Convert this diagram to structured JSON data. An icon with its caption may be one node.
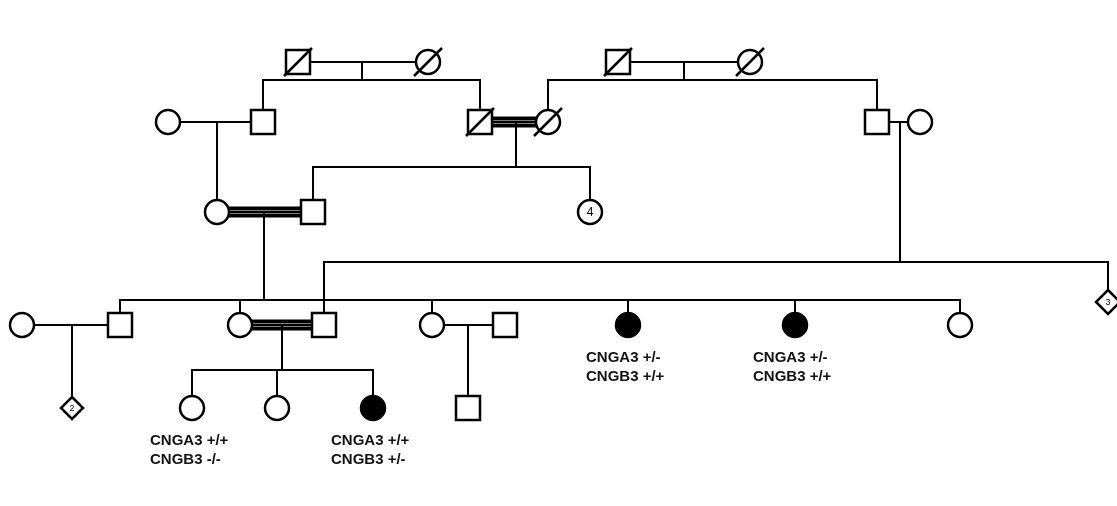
{
  "diagram": {
    "nodes": [
      {
        "text": [],
        "shape": "box"
      },
      {
        "text": [],
        "shape": "circle"
      },
      {
        "text": [],
        "shape": "box"
      },
      {
        "text": [],
        "shape": "circle"
      },
      {
        "text": [],
        "shape": "circle"
      },
      {
        "text": [],
        "shape": "box"
      },
      {
        "text": [],
        "shape": "box"
      },
      {
        "text": [],
        "shape": "circle"
      },
      {
        "text": [],
        "shape": "box"
      },
      {
        "text": [],
        "shape": "circle"
      },
      {
        "text": [],
        "shape": "circle"
      },
      {
        "text": [],
        "shape": "box"
      },
      {
        "text": [
          "4"
        ]
      },
      {
        "text": [
          "3"
        ]
      },
      {
        "text": [],
        "shape": "circle"
      },
      {
        "text": [],
        "shape": "box"
      },
      {
        "text": [],
        "shape": "circle"
      },
      {
        "text": [],
        "shape": "box"
      },
      {
        "text": [],
        "shape": "circle"
      },
      {
        "text": [],
        "shape": "box"
      },
      {
        "text": [],
        "shape": "circle",
        "beside": [
          "CNGA3 +/-",
          "CNGB3 +/+"
        ]
      },
      {
        "text": [],
        "shape": "circle",
        "beside": [
          "CNGA3 +/-",
          "CNGB3 +/+"
        ]
      },
      {
        "text": [],
        "shape": "circle"
      },
      {
        "text": [
          "2"
        ]
      },
      {
        "text": [],
        "shape": "circle",
        "beside": [
          "CNGA3 +/+",
          "CNGB3 -/-"
        ]
      },
      {
        "text": [],
        "shape": "circle"
      },
      {
        "text": [],
        "shape": "circle",
        "beside": [
          "CNGA3 +/+",
          "CNGB3 +/-"
        ]
      },
      {
        "text": [],
        "shape": "box"
      }
    ],
    "edges": [
      {
        "from": 0,
        "to": 1,
        "arrow": "none"
      },
      {
        "from": 0,
        "to": 5,
        "arrow": "none"
      },
      {
        "from": 1,
        "to": 5,
        "arrow": "none"
      },
      {
        "from": 0,
        "to": 6,
        "arrow": "none"
      },
      {
        "from": 1,
        "to": 6,
        "arrow": "none"
      },
      {
        "from": 2,
        "to": 3,
        "arrow": "none"
      },
      {
        "from": 2,
        "to": 7,
        "arrow": "none"
      },
      {
        "from": 3,
        "to": 7,
        "arrow": "none"
      },
      {
        "from": 2,
        "to": 8,
        "arrow": "none"
      },
      {
        "from": 3,
        "to": 8,
        "arrow": "none"
      },
      {
        "from": 4,
        "to": 5,
        "arrow": "none"
      },
      {
        "from": 6,
        "to": 7,
        "arrow": "none",
        "style": "thick"
      },
      {
        "from": 8,
        "to": 9,
        "arrow": "none"
      },
      {
        "from": 4,
        "to": 10,
        "arrow": "none"
      },
      {
        "from": 5,
        "to": 10,
        "arrow": "none"
      },
      {
        "from": 6,
        "to": 11,
        "arrow": "none"
      },
      {
        "from": 7,
        "to": 11,
        "arrow": "none"
      },
      {
        "from": 6,
        "to": 12,
        "arrow": "none"
      },
      {
        "from": 7,
        "to": 12,
        "arrow": "none"
      },
      {
        "from": 10,
        "to": 11,
        "arrow": "none",
        "style": "thick"
      },
      {
        "from": 8,
        "to": 17,
        "arrow": "none"
      },
      {
        "from": 9,
        "to": 17,
        "arrow": "none"
      },
      {
        "from": 8,
        "to": 13,
        "arrow": "none"
      },
      {
        "from": 9,
        "to": 13,
        "arrow": "none"
      },
      {
        "from": 10,
        "to": 15,
        "arrow": "none"
      },
      {
        "from": 11,
        "to": 15,
        "arrow": "none"
      },
      {
        "from": 10,
        "to": 16,
        "arrow": "none"
      },
      {
        "from": 11,
        "to": 16,
        "arrow": "none"
      },
      {
        "from": 10,
        "to": 18,
        "arrow": "none"
      },
      {
        "from": 11,
        "to": 18,
        "arrow": "none"
      },
      {
        "from": 10,
        "to": 20,
        "arrow": "none"
      },
      {
        "from": 11,
        "to": 20,
        "arrow": "none"
      },
      {
        "from": 10,
        "to": 21,
        "arrow": "none"
      },
      {
        "from": 11,
        "to": 21,
        "arrow": "none"
      },
      {
        "from": 10,
        "to": 22,
        "arrow": "none"
      },
      {
        "from": 11,
        "to": 22,
        "arrow": "none"
      },
      {
        "from": 14,
        "to": 15,
        "arrow": "none"
      },
      {
        "from": 16,
        "to": 17,
        "arrow": "none",
        "style": "thick"
      },
      {
        "from": 18,
        "to": 19,
        "arrow": "none"
      },
      {
        "from": 14,
        "to": 23,
        "arrow": "none"
      },
      {
        "from": 15,
        "to": 23,
        "arrow": "none"
      },
      {
        "from": 16,
        "to": 24,
        "arrow": "none"
      },
      {
        "from": 17,
        "to": 24,
        "arrow": "none"
      },
      {
        "from": 16,
        "to": 25,
        "arrow": "none"
      },
      {
        "from": 17,
        "to": 25,
        "arrow": "none"
      },
      {
        "from": 16,
        "to": 26,
        "arrow": "none"
      },
      {
        "from": 17,
        "to": 26,
        "arrow": "none"
      },
      {
        "from": 18,
        "to": 27,
        "arrow": "none"
      },
      {
        "from": 19,
        "to": 27,
        "arrow": "none"
      }
    ]
  }
}
